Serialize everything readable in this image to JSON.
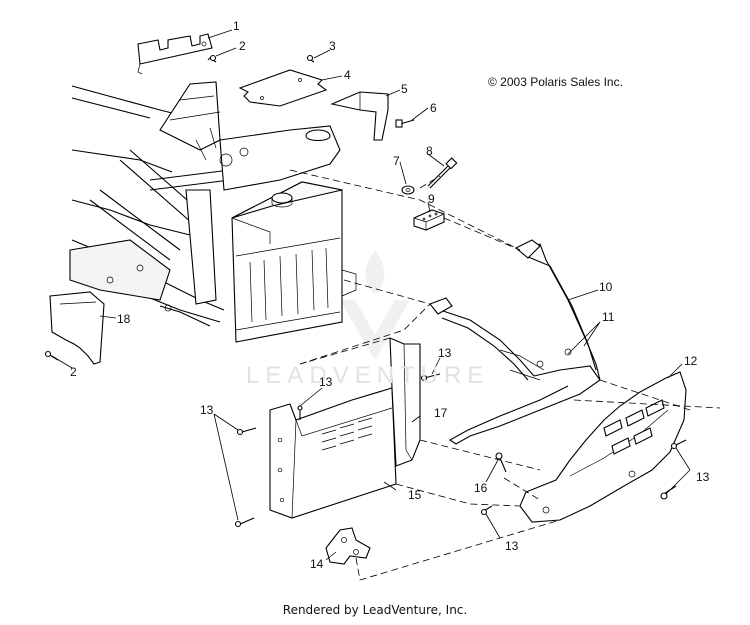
{
  "copyright": "© 2003 Polaris Sales Inc.",
  "footer": "Rendered by LeadVenture, Inc.",
  "watermark": "LEADVENTURE",
  "callouts": [
    {
      "id": "1",
      "label": "1"
    },
    {
      "id": "2a",
      "label": "2"
    },
    {
      "id": "3",
      "label": "3"
    },
    {
      "id": "4",
      "label": "4"
    },
    {
      "id": "5",
      "label": "5"
    },
    {
      "id": "6",
      "label": "6"
    },
    {
      "id": "7",
      "label": "7"
    },
    {
      "id": "8",
      "label": "8"
    },
    {
      "id": "9",
      "label": "9"
    },
    {
      "id": "10",
      "label": "10"
    },
    {
      "id": "11",
      "label": "11"
    },
    {
      "id": "12",
      "label": "12"
    },
    {
      "id": "13a",
      "label": "13"
    },
    {
      "id": "13b",
      "label": "13"
    },
    {
      "id": "13c",
      "label": "13"
    },
    {
      "id": "13d",
      "label": "13"
    },
    {
      "id": "13e",
      "label": "13"
    },
    {
      "id": "14",
      "label": "14"
    },
    {
      "id": "15",
      "label": "15"
    },
    {
      "id": "16",
      "label": "16"
    },
    {
      "id": "17",
      "label": "17"
    },
    {
      "id": "18",
      "label": "18"
    },
    {
      "id": "2b",
      "label": "2"
    }
  ]
}
